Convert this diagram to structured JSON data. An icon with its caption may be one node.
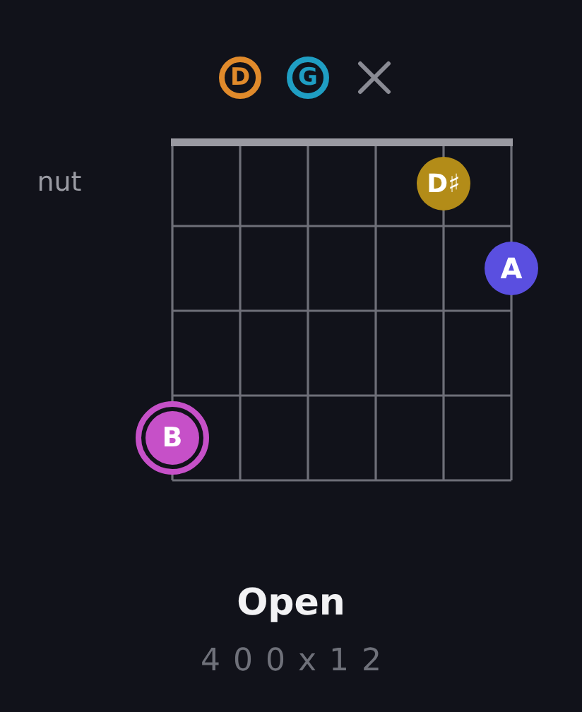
{
  "diagram": {
    "title": "Open",
    "nodes": [
      {
        "text": [
          "D"
        ]
      },
      {
        "text": [
          "G"
        ]
      },
      {
        "text": [
          "D♯"
        ]
      },
      {
        "text": [
          "A"
        ]
      },
      {
        "text": [
          "B"
        ]
      }
    ],
    "labels": [
      "nut",
      "400x12"
    ]
  }
}
